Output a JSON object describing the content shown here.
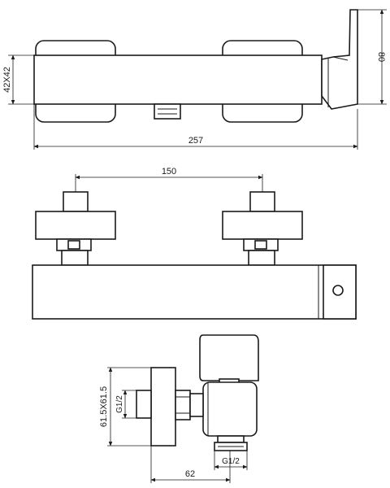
{
  "top_view": {
    "overall_length": "257",
    "body_section": "42X42",
    "total_height": "80"
  },
  "front_view": {
    "inlet_spacing": "150"
  },
  "side_view": {
    "body_size": "61.5X61.5",
    "wall_thread": "G1/2",
    "outlet_thread": "G1/2",
    "projection": "62"
  }
}
